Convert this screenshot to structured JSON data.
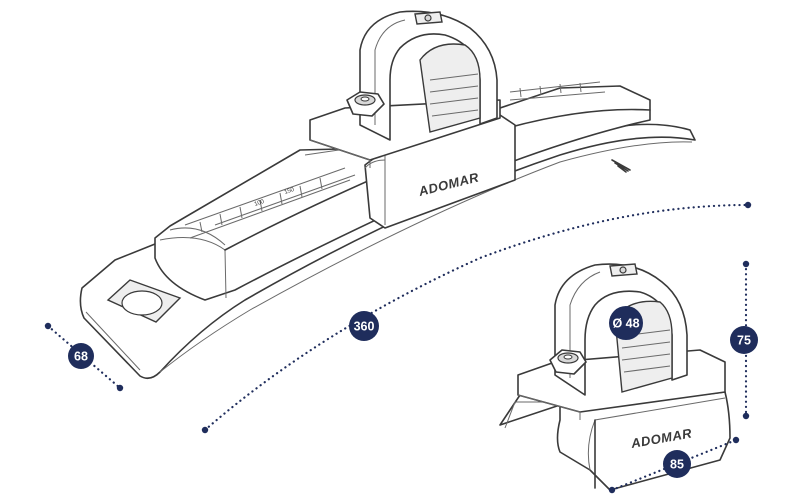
{
  "brand": "ADOMAR",
  "dimensions": {
    "width_long": "68",
    "length_long": "360",
    "diameter": "Ø 48",
    "height_small": "75",
    "width_small": "85"
  },
  "colors": {
    "accent": "#1f2d5c",
    "line": "#3a3a3a"
  }
}
